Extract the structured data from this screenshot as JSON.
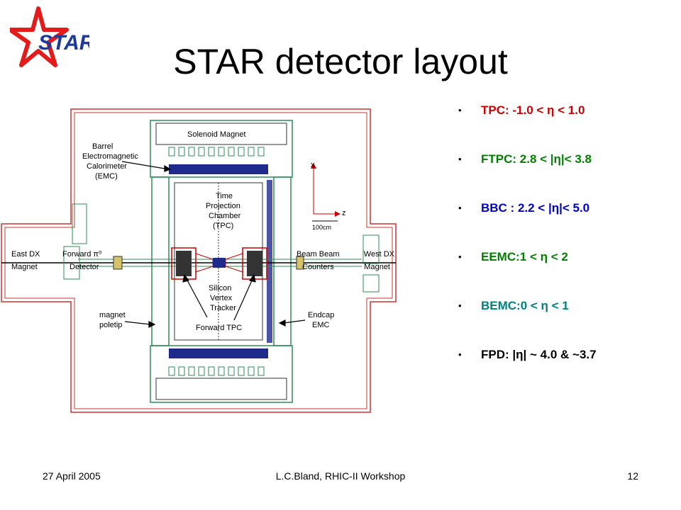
{
  "title": "STAR detector layout",
  "logo": {
    "text": "STAR"
  },
  "bullets": [
    {
      "text": "TPC: -1.0 < η < 1.0",
      "color": "#cc0000"
    },
    {
      "text": "FTPC: 2.8 < |η|< 3.8",
      "color": "#008000"
    },
    {
      "text": "BBC : 2.2 < |η|< 5.0",
      "color": "#0000cc"
    },
    {
      "text": "EEMC:1 < η < 2",
      "color": "#008000"
    },
    {
      "text": "BEMC:0 < η < 1",
      "color": "#008080"
    },
    {
      "text": "FPD: |η| ~ 4.0 & ~3.7",
      "color": "#000000"
    }
  ],
  "diagram_labels": {
    "solenoid_magnet": "Solenoid Magnet",
    "barrel_emc_1": "Barrel",
    "barrel_emc_2": "Electromagnetic",
    "barrel_emc_3": "Calorimeter",
    "barrel_emc_4": "(EMC)",
    "tpc_1": "Time",
    "tpc_2": "Projection",
    "tpc_3": "Chamber",
    "tpc_4": "(TPC)",
    "axis_x": "x",
    "axis_z": "z",
    "scale": "100cm",
    "east_dx_1": "East DX",
    "east_dx_2": "Magnet",
    "forward_pi0_1": "Forward π⁰",
    "forward_pi0_2": "Detector",
    "bbc_1": "Beam Beam",
    "bbc_2": "Counters",
    "west_dx_1": "West DX",
    "west_dx_2": "Magnet",
    "svt_1": "Silicon",
    "svt_2": "Vertex",
    "svt_3": "Tracker",
    "ftpc": "Forward TPC",
    "poletip_1": "magnet",
    "poletip_2": "poletip",
    "eemc_1": "Endcap",
    "eemc_2": "EMC"
  },
  "colors": {
    "outline": "#cc3333",
    "magnet_green": "#2e8b57",
    "detector_blue": "#1e2a8c",
    "logo_red": "#e41b1b",
    "logo_blue": "#1c3a9c"
  },
  "footer": {
    "date": "27 April 2005",
    "center": "L.C.Bland, RHIC-II Workshop",
    "page": "12"
  }
}
